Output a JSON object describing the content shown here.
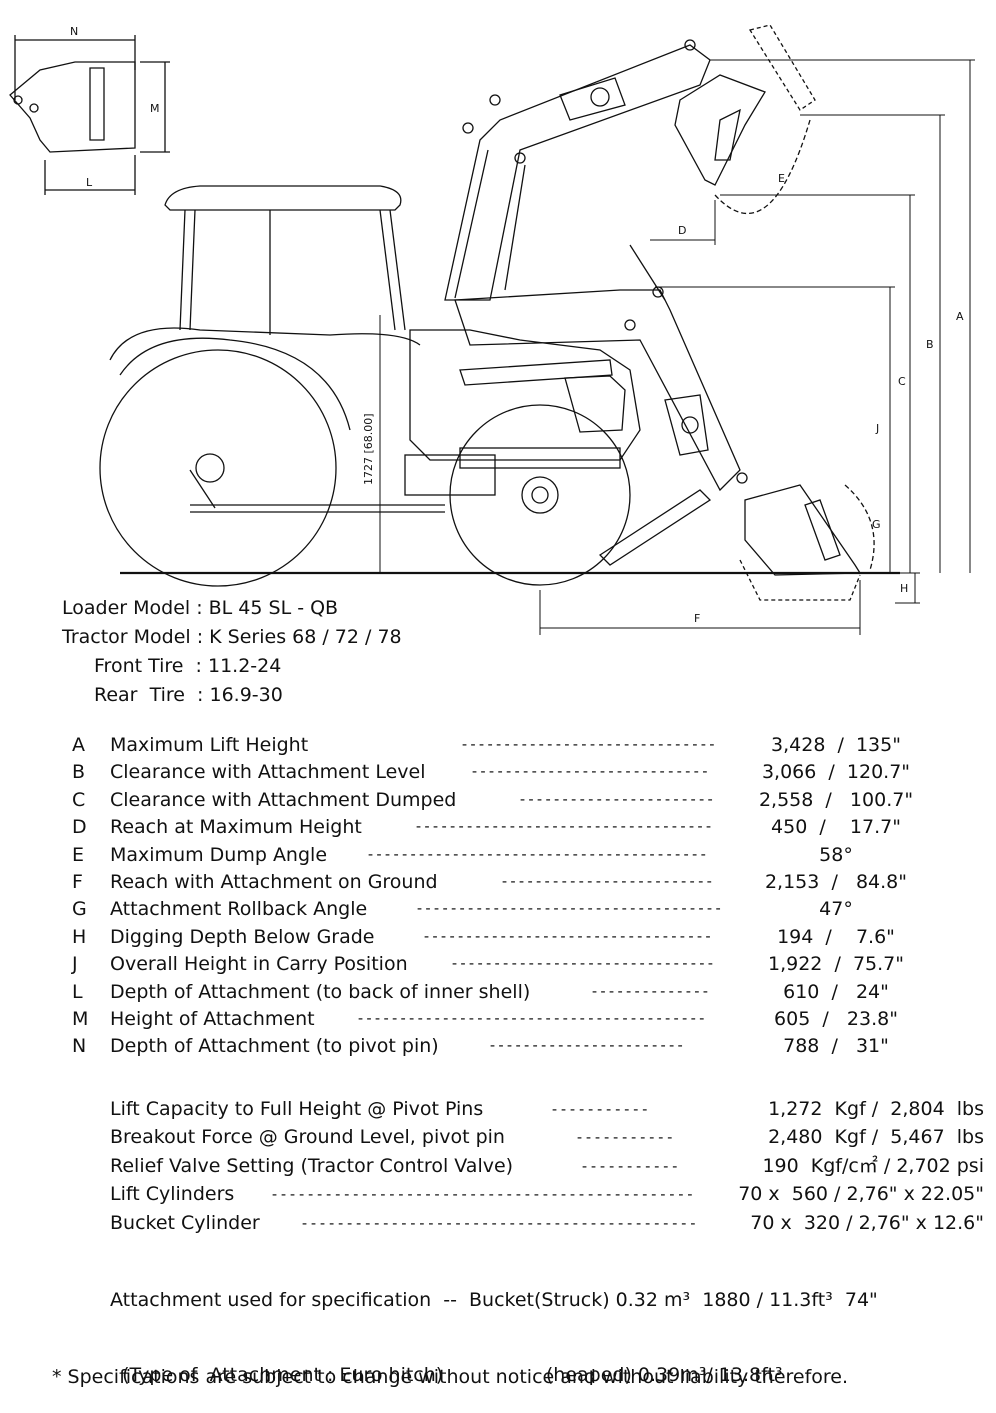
{
  "diagram": {
    "dim_labels": {
      "N": "N",
      "M": "M",
      "L": "L",
      "A": "A",
      "B": "B",
      "C": "C",
      "D": "D",
      "E": "E",
      "F": "F",
      "G": "G",
      "H": "H",
      "J": "J"
    },
    "tractor_height": "1727 [68.00]"
  },
  "model": {
    "loader": "Loader Model : BL 45 SL - QB",
    "tractor": "Tractor Model : K Series 68 / 72 / 78",
    "front_tire": "Front Tire  : 11.2-24",
    "rear_tire": "Rear  Tire  : 16.9-30"
  },
  "specs": [
    {
      "letter": "A",
      "label": "Maximum Lift Height",
      "value": "3,428  /  135\""
    },
    {
      "letter": "B",
      "label": "Clearance with Attachment Level",
      "value": "3,066  /  120.7\""
    },
    {
      "letter": "C",
      "label": "Clearance with  Attachment Dumped",
      "value": "2,558  /   100.7\""
    },
    {
      "letter": "D",
      "label": "Reach at Maximum Height",
      "value": "450  /    17.7\""
    },
    {
      "letter": "E",
      "label": "Maximum Dump Angle",
      "value": "58°"
    },
    {
      "letter": "F",
      "label": "Reach with Attachment on Ground",
      "value": "2,153  /   84.8\""
    },
    {
      "letter": "G",
      "label": "Attachment Rollback Angle",
      "value": "47°"
    },
    {
      "letter": "H",
      "label": "Digging Depth Below Grade",
      "value": "194  /    7.6\""
    },
    {
      "letter": "J",
      "label": "Overall Height in Carry Position",
      "value": "1,922  /  75.7\""
    },
    {
      "letter": "L",
      "label": "Depth of Attachment (to back of inner shell)",
      "value": "610  /   24\""
    },
    {
      "letter": "M",
      "label": "Height of Attachment",
      "value": "605  /   23.8\""
    },
    {
      "letter": "N",
      "label": "Depth of Attachment (to pivot pin)",
      "value": "788  /   31\""
    }
  ],
  "performance": [
    {
      "label": "Lift Capacity to Full Height @ Pivot Pins",
      "value": "1,272  Kgf /  2,804  lbs"
    },
    {
      "label": "Breakout Force @ Ground Level, pivot pin",
      "value": "2,480  Kgf /  5,467  lbs"
    },
    {
      "label": "Relief Valve Setting (Tractor Control Valve)",
      "value": "190  Kgf/c㎡ / 2,702 psi"
    },
    {
      "label": "Lift Cylinders",
      "value": "70 x  560 / 2,76\" x 22.05\""
    },
    {
      "label": "Bucket Cylinder",
      "value": "70 x  320 / 2,76\" x 12.6\""
    }
  ],
  "attachment": {
    "line1": "Attachment used for specification  --  Bucket(Struck) 0.32 m³  1880 / 11.3ft³  74\"",
    "line2": "  (Type of  Attachment : Euro hitch)                 (heaped) 0.39m³/ 13.8ft³"
  },
  "footnote": "* Specifications are subject to change without notice and without liability therefore."
}
